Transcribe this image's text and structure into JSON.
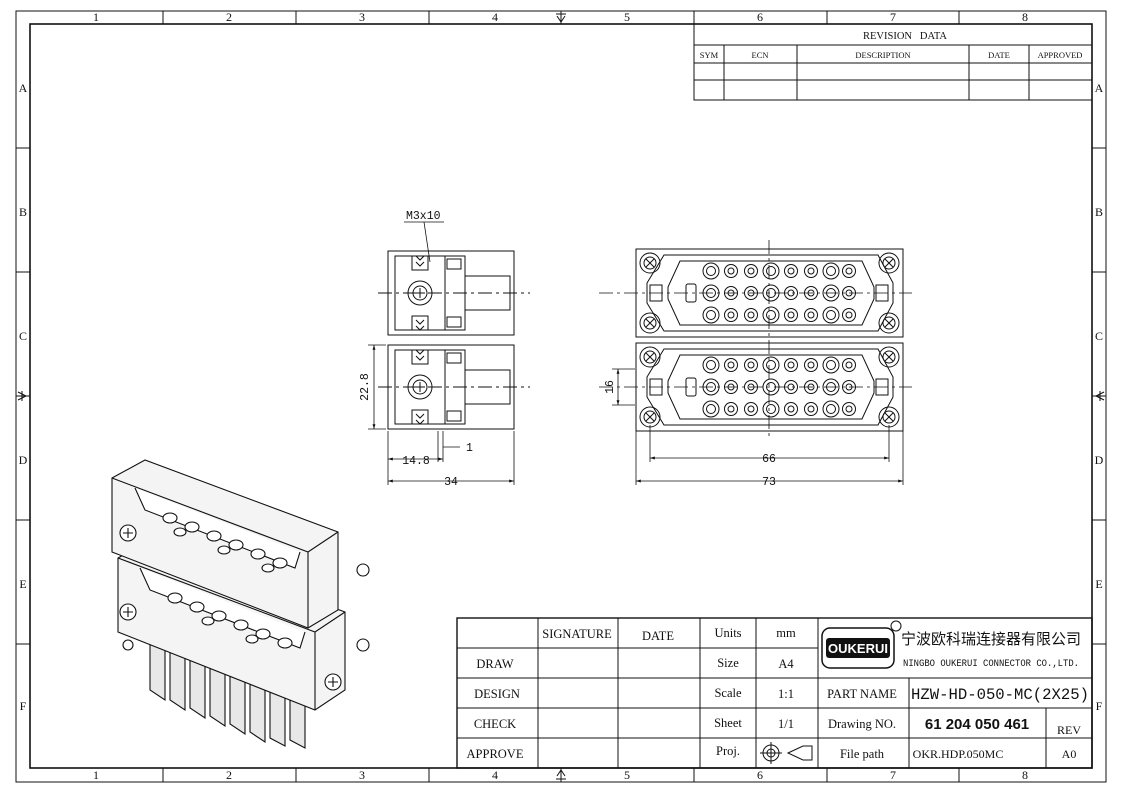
{
  "border": {
    "columns": [
      "1",
      "2",
      "3",
      "4",
      "5",
      "6",
      "7",
      "8"
    ],
    "rows": [
      "A",
      "B",
      "C",
      "D",
      "E",
      "F"
    ]
  },
  "revision": {
    "title": "REVISION   DATA",
    "headers": [
      "SYM",
      "ECN",
      "DESCRIPTION",
      "DATE",
      "APPROVED"
    ]
  },
  "drawing": {
    "screw_label": "M3x10",
    "dims": {
      "height": "22.8",
      "offset": "14.8",
      "gap": "1",
      "width": "34",
      "pin_height": "16",
      "hole_pitch": "66",
      "total_width": "73"
    }
  },
  "title_block": {
    "signature": "SIGNATURE",
    "date": "DATE",
    "rows": [
      "DRAW",
      "DESIGN",
      "CHECK",
      "APPROVE"
    ],
    "units_label": "Units",
    "units_value": "mm",
    "size_label": "Size",
    "size_value": "A4",
    "scale_label": "Scale",
    "scale_value": "1:1",
    "sheet_label": "Sheet",
    "sheet_value": "1/1",
    "proj_label": "Proj.",
    "logo_text": "OUKERUI",
    "company_cn": "宁波欧科瑞连接器有限公司",
    "company_en": "NINGBO OUKERUI CONNECTOR CO.,LTD.",
    "part_name_label": "PART NAME",
    "part_name_value": "HZW-HD-050-MC(2X25)",
    "drawing_no_label": "Drawing NO.",
    "drawing_no_value": "61 204 050 461",
    "rev_label": "REV",
    "file_path_label": "File path",
    "file_path_value": "OKR.HDP.050MC",
    "rev_value": "A0"
  }
}
